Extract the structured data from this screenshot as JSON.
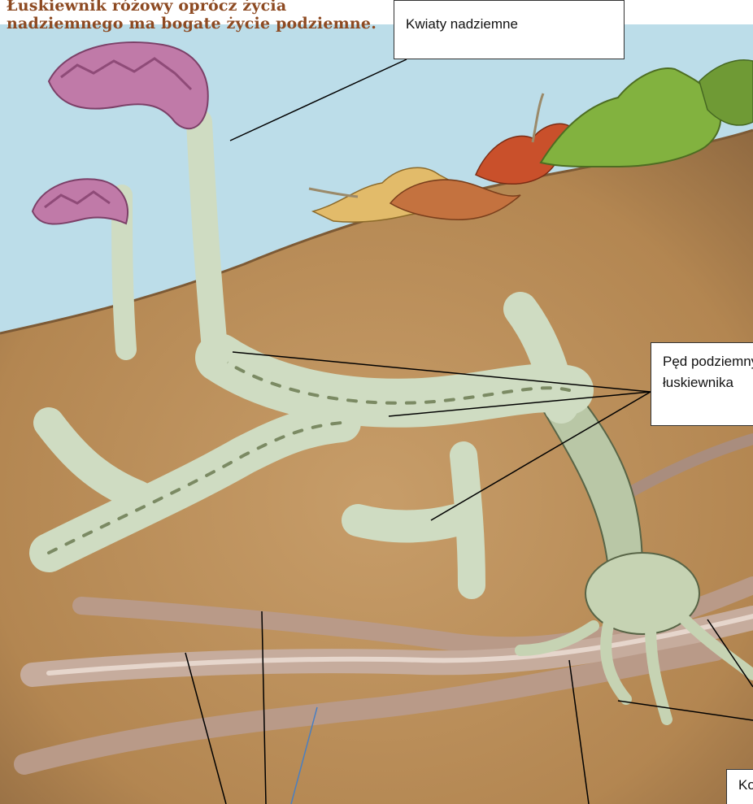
{
  "caption": {
    "line1": "Łuskiewnik różowy oprócz życia",
    "line2": "nadziemnego ma bogate życie podziemne."
  },
  "labels": {
    "flowers": "Kwiaty nadziemne",
    "shoot_line1": "Pęd podziemny",
    "shoot_line2": "łuskiewnika",
    "roots": "Ko"
  },
  "colors": {
    "sky": "#bcdde9",
    "soil": "#b88b55",
    "flower": "#c07aa8",
    "shoot": "#cdd9bf",
    "root": "#cbb1a2",
    "caption": "#8d4a22",
    "leader_blue": "#4a7fc1"
  }
}
